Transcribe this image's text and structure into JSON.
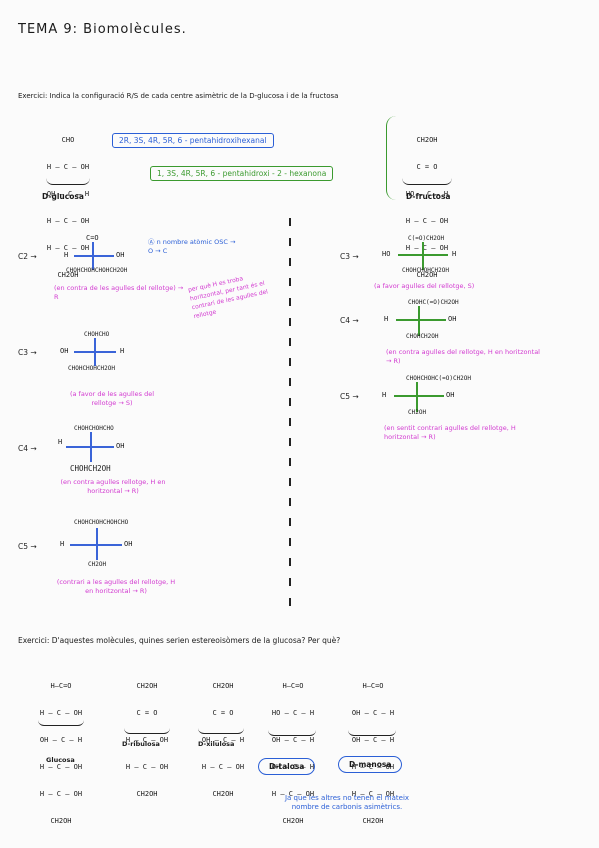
{
  "header": {
    "title": "TEMA 9: Biomolècules."
  },
  "exercise1": {
    "prompt": "Exercici: Indica la configuració R/S de cada centre asimètric de la D-glucosa i de la fructosa",
    "glucose_fischer": [
      "CHO",
      "H — C — OH",
      "OH — C — H",
      "H — C — OH",
      "H — C — OH",
      "CH2OH"
    ],
    "glucose_name_box": "2R, 3S, 4R, 5R, 6 - pentahidroxihexanal",
    "glucose_label": "D-glucosa",
    "fructose_fischer": [
      "CH2OH",
      "C = O",
      "HO — C — H",
      "H — C — OH",
      "H — C — OH",
      "CH2OH"
    ],
    "fructose_name_box": "1, 3S, 4R, 5R, 6 - pentahidroxi - 2 - hexanona",
    "fructose_label": "D-fructosa",
    "glucose_centers": [
      {
        "label": "C2 →",
        "top": "C=O",
        "left": "H",
        "right": "OH",
        "bottom": "CHOHCHOHCHOHCH2OH",
        "note": "(en contra de les agulles del rellotge) → R",
        "side_note": "per què H es troba horitzontal, per tant és el contrari de les agulles del rellotge",
        "extra": "Ⓐ n nombre atòmic OSC → O → C"
      },
      {
        "label": "C3 →",
        "top": "CHOHCHO",
        "left": "OH",
        "right": "H",
        "bottom": "CHOHCHOHCH2OH",
        "note": "(a favor de les agulles del rellotge → S)"
      },
      {
        "label": "C4 →",
        "top": "CHOHCHOHCHO",
        "left": "H",
        "right": "OH",
        "bottom": "CHOHCH2OH",
        "note": "(en contra agulles rellotge, H en horitzontal → R)"
      },
      {
        "label": "C5 →",
        "top": "CHOHCHOHCHOHCHO",
        "left": "H",
        "right": "OH",
        "bottom": "CH2OH",
        "note": "(contrari a les agulles del rellotge, H en horitzontal → R)"
      }
    ],
    "fructose_centers": [
      {
        "label": "C3 →",
        "top": "C(=O)CH2OH",
        "left": "HO",
        "right": "H",
        "bottom": "CHOHCHOHCH2OH",
        "note": "(a favor agulles del rellotge, S)"
      },
      {
        "label": "C4 →",
        "top": "CHOHC(=O)CH2OH",
        "left": "H",
        "right": "OH",
        "bottom": "CHOHCH2OH",
        "note": "(en contra agulles del rellotge, H en horitzontal → R)"
      },
      {
        "label": "C5 →",
        "top": "CHOHCHOHC(=O)CH2OH",
        "left": "H",
        "right": "OH",
        "bottom": "CH2OH",
        "note": "(en sentit contrari agulles del rellotge, H horitzontal → R)"
      }
    ]
  },
  "exercise2": {
    "prompt": "Exercici: D'aquestes molècules, quines serien estereoisòmers de la glucosa? Per què?",
    "molecules": [
      {
        "label": "Glucosa",
        "lines": [
          "H—C=O",
          "H — C — OH",
          "OH — C — H",
          "H — C — OH",
          "H — C — OH",
          "CH2OH"
        ],
        "circled": false
      },
      {
        "label": "D-ribulosa",
        "lines": [
          "CH2OH",
          "C = O",
          "H — C — OH",
          "H — C — OH",
          "CH2OH"
        ],
        "circled": false
      },
      {
        "label": "D-xilulosa",
        "lines": [
          "CH2OH",
          "C = O",
          "OH — C — H",
          "H — C — OH",
          "CH2OH"
        ],
        "circled": false
      },
      {
        "label": "D-talosa",
        "lines": [
          "H—C=O",
          "HO — C — H",
          "OH — C — H",
          "OH — C — H",
          "H — C — OH",
          "CH2OH"
        ],
        "circled": true
      },
      {
        "label": "D-manosa",
        "lines": [
          "H—C=O",
          "OH — C — H",
          "OH — C — H",
          "H — C — OH",
          "H — C — OH",
          "CH2OH"
        ],
        "circled": true
      }
    ],
    "answer": "Ja que les altres no tenen el mateix nombre de carbonis asimètrics."
  }
}
